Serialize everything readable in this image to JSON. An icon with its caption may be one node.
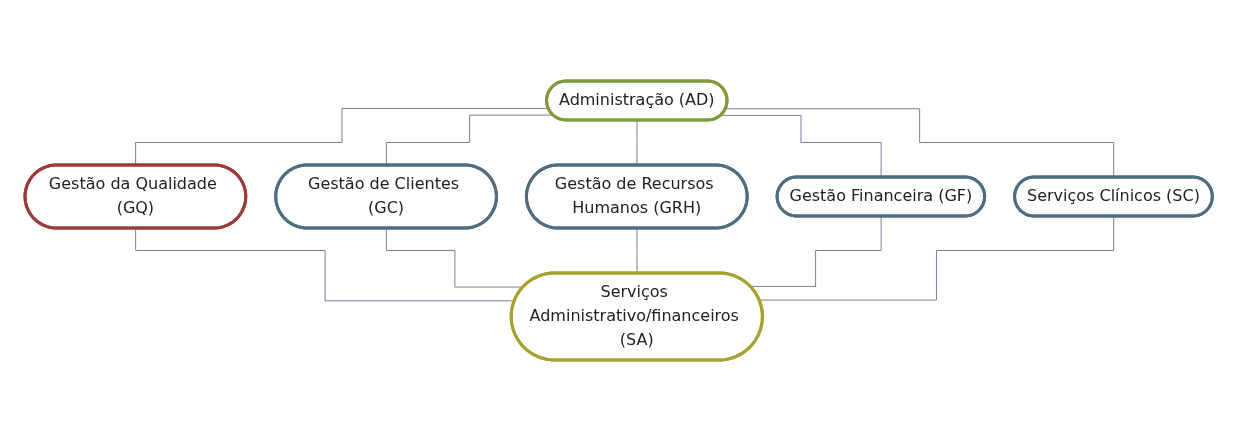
{
  "diagram": {
    "nodes": [
      {
        "text": [
          "Administração (AD)"
        ]
      },
      {
        "text": [
          "Gestão da Qualidade (GQ)"
        ]
      },
      {
        "text": [
          "Gestão de Clientes (GC)"
        ]
      },
      {
        "text": [
          "Gestão de Recursos Humanos (GRH)"
        ]
      },
      {
        "text": [
          "Gestão Financeira (GF)"
        ]
      },
      {
        "text": [
          "Serviços Clínicos (SC)"
        ]
      },
      {
        "text": [
          "Serviços Administrativo/financeiros (SA)"
        ]
      }
    ],
    "edges": [
      {
        "from": 0,
        "to": 1,
        "arrow": "none"
      },
      {
        "from": 0,
        "to": 2,
        "arrow": "none"
      },
      {
        "from": 0,
        "to": 3,
        "arrow": "none"
      },
      {
        "from": 0,
        "to": 4,
        "arrow": "none"
      },
      {
        "from": 0,
        "to": 5,
        "arrow": "none"
      },
      {
        "from": 1,
        "to": 6,
        "arrow": "none"
      },
      {
        "from": 2,
        "to": 6,
        "arrow": "none"
      },
      {
        "from": 3,
        "to": 6,
        "arrow": "none"
      },
      {
        "from": 4,
        "to": 6,
        "arrow": "none"
      },
      {
        "from": 5,
        "to": 6,
        "arrow": "none"
      }
    ]
  }
}
